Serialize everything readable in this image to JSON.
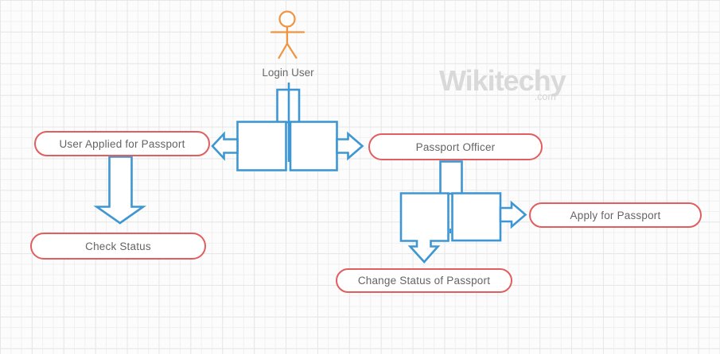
{
  "watermark": {
    "brand": "Wikitechy",
    "domain": ".com"
  },
  "actor": {
    "label": "Login User"
  },
  "nodes": {
    "user_applied": "User Applied for Passport",
    "passport_officer": "Passport Officer",
    "check_status": "Check Status",
    "apply_passport": "Apply for Passport",
    "change_status": "Change Status of Passport"
  },
  "colors": {
    "node_border": "#e25d5d",
    "connector_blue": "#3e96d2",
    "actor_orange": "#ef9440",
    "label_text": "#646464",
    "watermark_gray": "#d9d9d9",
    "grid_line": "#ededed",
    "background": "#fcfcfc"
  }
}
